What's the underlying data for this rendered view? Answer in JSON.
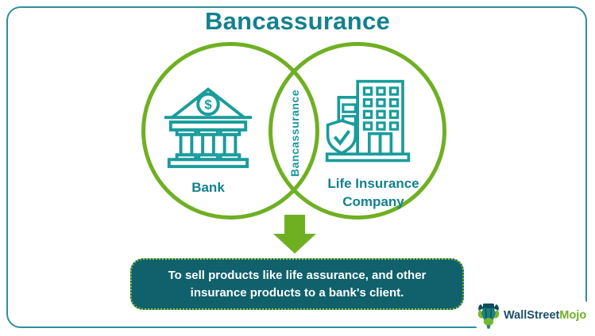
{
  "title": "Bancassurance",
  "venn": {
    "overlap_label": "Bancassurance",
    "left": {
      "label": "Bank",
      "coin_symbol": "$"
    },
    "right": {
      "label_line1": "Life Insurance",
      "label_line2": "Company"
    }
  },
  "callout": {
    "line1": "To sell products like life assurance, and other",
    "line2": "insurance products to a bank's client."
  },
  "logo": {
    "brand_part1": "WallStreet",
    "brand_part2": "Mojo"
  },
  "colors": {
    "green_accent": "#6FB023",
    "teal_icon": "#1A9C9C",
    "teal_text": "#14808F",
    "title_color": "#13818E",
    "callout_bg": "#10616C",
    "callout_border": "#82BE2E",
    "frame_border": "#2E8F9D",
    "logo_dark": "#1D4F66"
  }
}
